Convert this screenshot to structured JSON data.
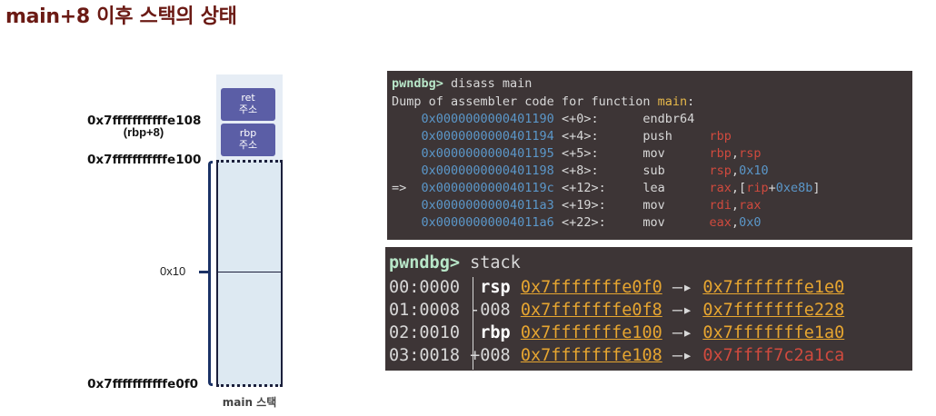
{
  "title": "main+8 이후 스택의 상태",
  "diagram": {
    "ret_slot": "ret\n주소",
    "ret_slot_l1": "ret",
    "ret_slot_l2": "주소",
    "rbp_slot_l1": "rbp",
    "rbp_slot_l2": "주소",
    "addr_top": "0x7fffffffffffe108",
    "addr_top_note": "(rbp+8)",
    "addr_mid": "0x7fffffffffffe100",
    "addr_bottom": "0x7fffffffffffe0f0",
    "size_label": "0x10",
    "stack_label": "main 스택"
  },
  "disasm": {
    "prompt": "pwndbg>",
    "command": " disass main",
    "header_prefix": "Dump of assembler code for function ",
    "header_fn": "main",
    "header_suffix": ":",
    "lines": [
      {
        "marker": "   ",
        "addr": "0x0000000000401190",
        "off": "<+0>:",
        "mnem": "endbr64",
        "ops": []
      },
      {
        "marker": "   ",
        "addr": "0x0000000000401194",
        "off": "<+4>:",
        "mnem": "push",
        "ops": [
          {
            "t": "reg",
            "v": "rbp"
          }
        ]
      },
      {
        "marker": "   ",
        "addr": "0x0000000000401195",
        "off": "<+5>:",
        "mnem": "mov",
        "ops": [
          {
            "t": "reg",
            "v": "rbp"
          },
          {
            "t": "p",
            "v": ","
          },
          {
            "t": "reg",
            "v": "rsp"
          }
        ]
      },
      {
        "marker": "   ",
        "addr": "0x0000000000401198",
        "off": "<+8>:",
        "mnem": "sub",
        "ops": [
          {
            "t": "reg",
            "v": "rsp"
          },
          {
            "t": "p",
            "v": ","
          },
          {
            "t": "num",
            "v": "0x10"
          }
        ]
      },
      {
        "marker": "=> ",
        "addr": "0x000000000040119c",
        "off": "<+12>:",
        "mnem": "lea",
        "ops": [
          {
            "t": "reg",
            "v": "rax"
          },
          {
            "t": "p",
            "v": ",["
          },
          {
            "t": "reg",
            "v": "rip"
          },
          {
            "t": "p",
            "v": "+"
          },
          {
            "t": "num",
            "v": "0xe8b"
          },
          {
            "t": "p",
            "v": "]"
          }
        ]
      },
      {
        "marker": "   ",
        "addr": "0x00000000004011a3",
        "off": "<+19>:",
        "mnem": "mov",
        "ops": [
          {
            "t": "reg",
            "v": "rdi"
          },
          {
            "t": "p",
            "v": ","
          },
          {
            "t": "reg",
            "v": "rax"
          }
        ]
      },
      {
        "marker": "   ",
        "addr": "0x00000000004011a6",
        "off": "<+22>:",
        "mnem": "mov",
        "ops": [
          {
            "t": "reg",
            "v": "eax"
          },
          {
            "t": "p",
            "v": ","
          },
          {
            "t": "num",
            "v": "0x0"
          }
        ]
      }
    ]
  },
  "stack": {
    "prompt": "pwndbg>",
    "command": " stack",
    "rows": [
      {
        "idx": "00:0000",
        "reg": " rsp",
        "addr": "0x7fffffffe0f0",
        "arrow": "—▸",
        "val": "0x7fffffffe1e0",
        "val_kind": "stack"
      },
      {
        "idx": "01:0008",
        "reg": "-008",
        "addr": "0x7fffffffe0f8",
        "arrow": "—▸",
        "val": "0x7fffffffe228",
        "val_kind": "stack"
      },
      {
        "idx": "02:0010",
        "reg": " rbp",
        "addr": "0x7fffffffe100",
        "arrow": "—▸",
        "val": "0x7fffffffe1a0",
        "val_kind": "stack"
      },
      {
        "idx": "03:0018",
        "reg": "+008",
        "addr": "0x7fffffffe108",
        "arrow": "—▸",
        "val": "0x7ffff7c2a1ca",
        "val_kind": "code"
      }
    ]
  },
  "colors": {
    "title": "#6b1a14",
    "slot": "#5b5ea6",
    "terminal_bg": "#3d3536",
    "prompt": "#b8e6c8",
    "address_blue": "#5b97c9",
    "register_red": "#d04a3e",
    "stack_yellow": "#e6a530"
  }
}
